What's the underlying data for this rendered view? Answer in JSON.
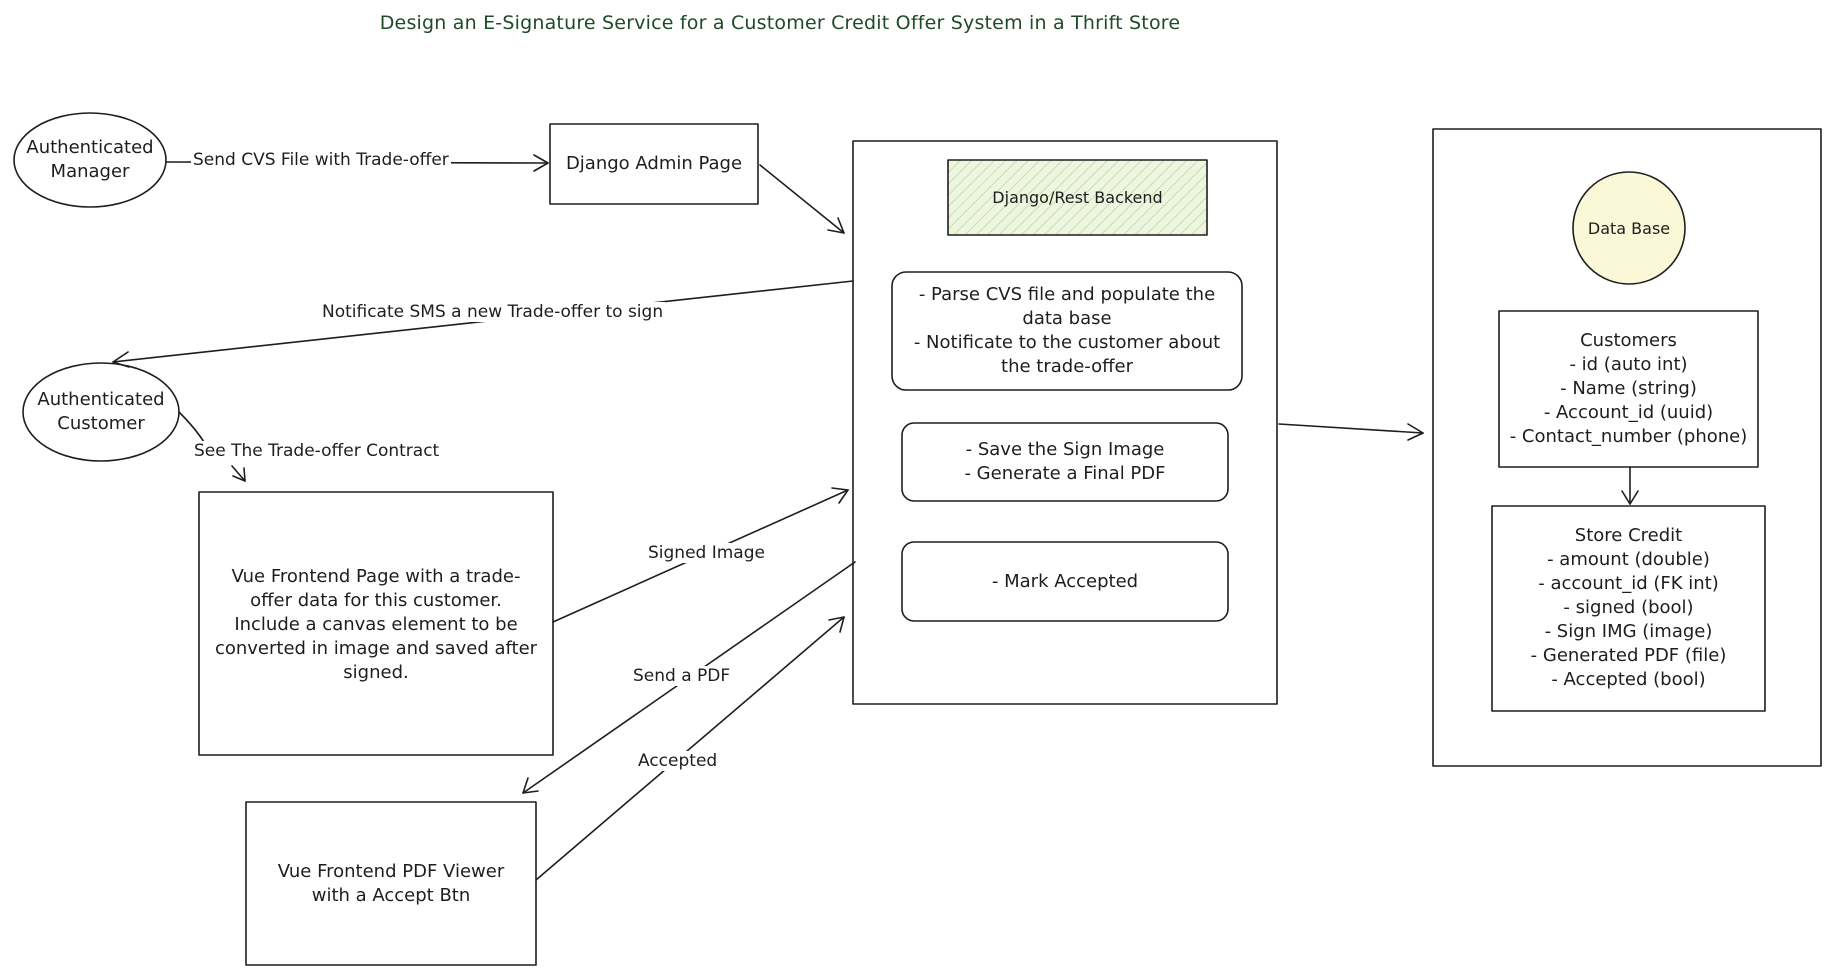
{
  "title": "Design an E-Signature Service for a Customer Credit Offer System in a Thrift Store",
  "colors": {
    "stroke": "#1e1e1e",
    "backend_fill": "#e6f0d2",
    "db_fill": "#fbf8d8",
    "title": "#1f4a2a"
  },
  "nodes": {
    "manager": "Authenticated Manager",
    "customer": "Authenticated Customer",
    "admin_page": "Django Admin Page",
    "backend_title": "Django/Rest Backend",
    "parse_lines": [
      "- Parse CVS file and populate the",
      "data base",
      "- Notificate to the customer about",
      "the trade-offer"
    ],
    "save_lines": [
      "- Save the Sign Image",
      "- Generate a Final PDF"
    ],
    "mark": "- Mark Accepted",
    "vue_page_lines": [
      "Vue Frontend Page with a trade-",
      "offer data for this customer.",
      "Include a canvas element to be",
      "converted in image and saved after",
      "signed."
    ],
    "pdf_viewer_lines": [
      "Vue Frontend PDF Viewer",
      "with a Accept Btn"
    ],
    "database": "Data Base",
    "customers_lines": [
      "Customers",
      "- id (auto int)",
      "- Name (string)",
      "- Account_id (uuid)",
      "- Contact_number (phone)"
    ],
    "store_credit_lines": [
      "Store Credit",
      "- amount (double)",
      "- account_id (FK int)",
      "- signed (bool)",
      "- Sign IMG (image)",
      "- Generated PDF (file)",
      "- Accepted (bool)"
    ]
  },
  "edges": {
    "send_csv": "Send CVS File with Trade-offer",
    "notify_sms": "Notificate SMS a new Trade-offer to sign",
    "see_contract": "See The Trade-offer Contract",
    "signed_image": "Signed Image",
    "send_pdf": "Send a PDF",
    "accepted": "Accepted"
  }
}
